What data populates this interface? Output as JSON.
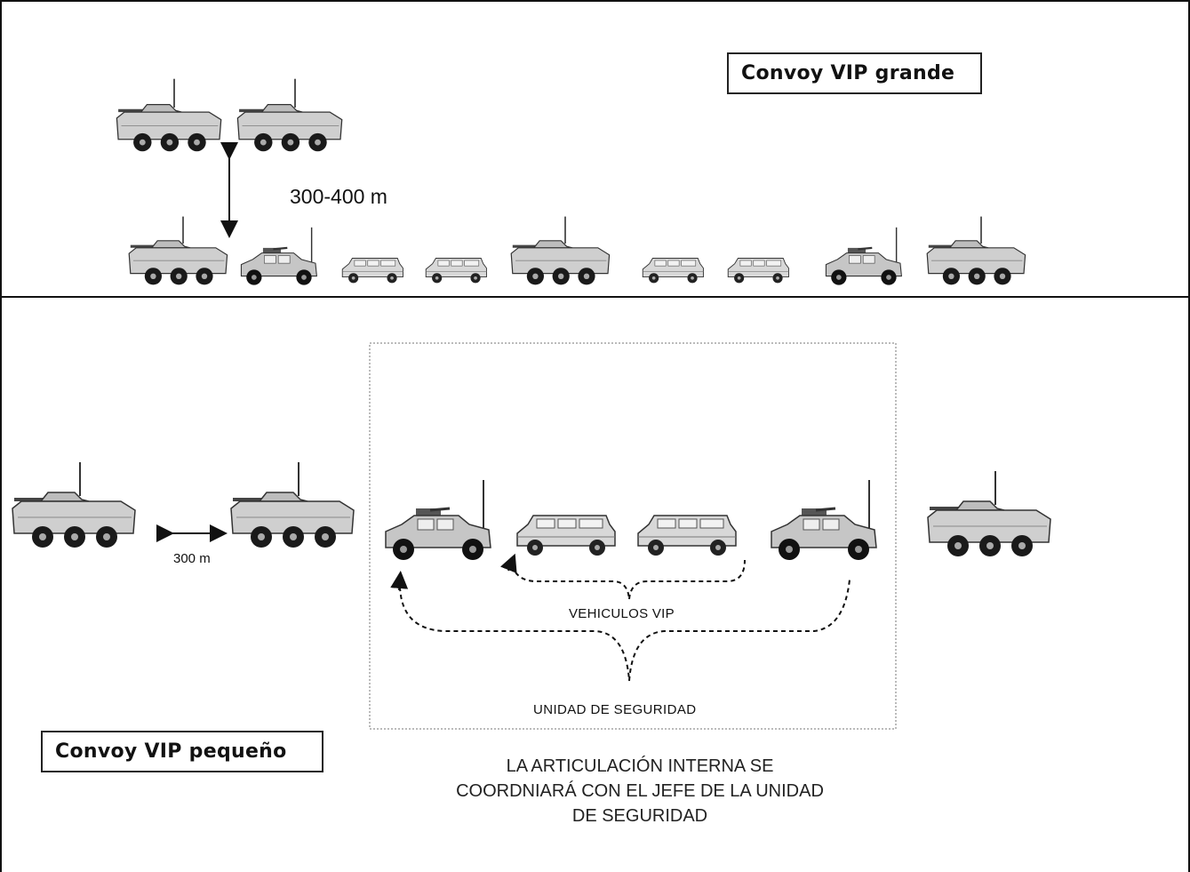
{
  "large_convoy": {
    "title": "Convoy VIP grande",
    "spacing_label": "300-400 m"
  },
  "small_convoy": {
    "title": "Convoy VIP pequeño",
    "spacing_label": "300 m",
    "vip_label": "VEHICULOS VIP",
    "security_label": "UNIDAD DE SEGURIDAD",
    "note_lines": [
      "LA ARTICULACIÓN INTERNA SE",
      "COORDNIARÁ CON EL JEFE DE LA UNIDAD",
      "DE SEGURIDAD"
    ]
  },
  "vehicle_types": [
    "armored-vehicle-8x8",
    "humvee",
    "suv"
  ],
  "colors": {
    "vehicle_body": "#c9c9c9",
    "wheel": "#1a1a1a",
    "line": "#111111"
  }
}
